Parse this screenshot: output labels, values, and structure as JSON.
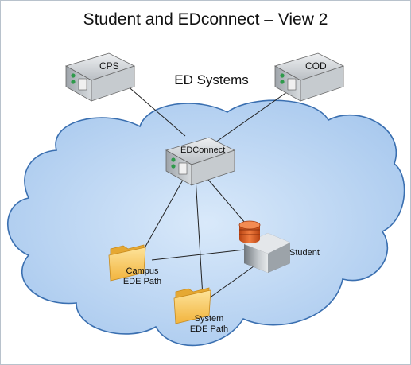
{
  "title": "Student and EDconnect – View 2",
  "group_label": "ED Systems",
  "nodes": {
    "cps": {
      "label": "CPS",
      "icon": "server-icon"
    },
    "cod": {
      "label": "COD",
      "icon": "server-icon"
    },
    "edconnect": {
      "label": "EDConnect",
      "icon": "server-icon"
    },
    "student": {
      "label": "Student",
      "icon": "database-server-icon"
    },
    "campus": {
      "line1": "Campus",
      "line2": "EDE Path",
      "icon": "folder-icon"
    },
    "system": {
      "line1": "System",
      "line2": "EDE Path",
      "icon": "folder-icon"
    }
  },
  "colors": {
    "cloud_fill_center": "#d4e6f9",
    "cloud_fill_edge": "#a8c8ee",
    "cloud_stroke": "#3a6fb0",
    "server_body": "#c9cdd1",
    "folder": "#f6c35a",
    "database_top": "#e8622a"
  }
}
